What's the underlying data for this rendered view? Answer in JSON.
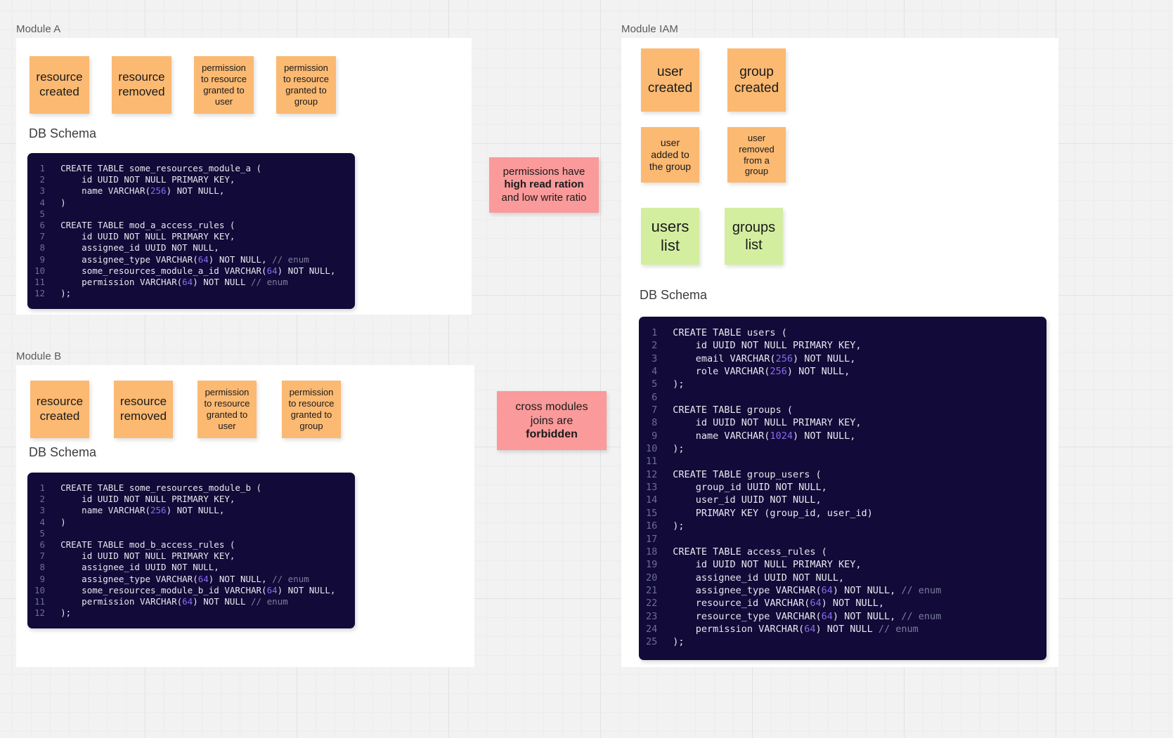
{
  "canvas": {
    "background": "#f2f2f2",
    "grid_color": "#e2e2e2",
    "note_colors": {
      "orange": "#fbb972",
      "green": "#d4eea0",
      "pink": "#fa9a9a"
    },
    "code_background": "#120a38"
  },
  "frames": [
    {
      "id": "module-a",
      "label": "Module A"
    },
    {
      "id": "module-b",
      "label": "Module B"
    },
    {
      "id": "module-iam",
      "label": "Module IAM"
    }
  ],
  "module_a": {
    "label": "Module A",
    "schema_caption": "DB Schema",
    "notes": [
      "resource\ncreated",
      "resource\nremoved",
      "permission\nto resource\ngranted to\nuser",
      "permission\nto resource\ngranted to\ngroup"
    ],
    "code_lines": [
      "CREATE TABLE some_resources_module_a (",
      "    id UUID NOT NULL PRIMARY KEY,",
      "    name VARCHAR(256) NOT NULL,",
      ")",
      "",
      "CREATE TABLE mod_a_access_rules (",
      "    id UUID NOT NULL PRIMARY KEY,",
      "    assignee_id UUID NOT NULL,",
      "    assignee_type VARCHAR(64) NOT NULL, // enum",
      "    some_resources_module_a_id VARCHAR(64) NOT NULL,",
      "    permission VARCHAR(64) NOT NULL // enum",
      ");"
    ]
  },
  "module_b": {
    "label": "Module B",
    "schema_caption": "DB Schema",
    "notes": [
      "resource\ncreated",
      "resource\nremoved",
      "permission\nto resource\ngranted to\nuser",
      "permission\nto resource\ngranted to\ngroup"
    ],
    "code_lines": [
      "CREATE TABLE some_resources_module_b (",
      "    id UUID NOT NULL PRIMARY KEY,",
      "    name VARCHAR(256) NOT NULL,",
      ")",
      "",
      "CREATE TABLE mod_b_access_rules (",
      "    id UUID NOT NULL PRIMARY KEY,",
      "    assignee_id UUID NOT NULL,",
      "    assignee_type VARCHAR(64) NOT NULL, // enum",
      "    some_resources_module_b_id VARCHAR(64) NOT NULL,",
      "    permission VARCHAR(64) NOT NULL // enum",
      ");"
    ]
  },
  "module_iam": {
    "label": "Module IAM",
    "schema_caption": "DB Schema",
    "event_notes": [
      "user\ncreated",
      "group\ncreated",
      "user\nadded to\nthe group",
      "user\nremoved\nfrom a\ngroup"
    ],
    "query_notes": [
      "users\nlist",
      "groups\nlist"
    ],
    "code_lines": [
      "CREATE TABLE users (",
      "    id UUID NOT NULL PRIMARY KEY,",
      "    email VARCHAR(256) NOT NULL,",
      "    role VARCHAR(256) NOT NULL,",
      ");",
      "",
      "CREATE TABLE groups (",
      "    id UUID NOT NULL PRIMARY KEY,",
      "    name VARCHAR(1024) NOT NULL,",
      ");",
      "",
      "CREATE TABLE group_users (",
      "    group_id UUID NOT NULL,",
      "    user_id UUID NOT NULL,",
      "    PRIMARY KEY (group_id, user_id)",
      ");",
      "",
      "CREATE TABLE access_rules (",
      "    id UUID NOT NULL PRIMARY KEY,",
      "    assignee_id UUID NOT NULL,",
      "    assignee_type VARCHAR(64) NOT NULL, // enum",
      "    resource_id VARCHAR(64) NOT NULL,",
      "    resource_type VARCHAR(64) NOT NULL, // enum",
      "    permission VARCHAR(64) NOT NULL // enum",
      ");"
    ]
  },
  "constraint_notes": [
    {
      "id": "read-ratio-note",
      "lines": [
        {
          "text": "permissions have",
          "bold": false
        },
        {
          "text": "high read ration",
          "bold": true
        },
        {
          "text": "and low write ratio",
          "bold": false
        }
      ]
    },
    {
      "id": "cross-module-joins-note",
      "lines": [
        {
          "text": "cross modules",
          "bold": false
        },
        {
          "text": "joins are",
          "bold": false
        },
        {
          "text": "forbidden",
          "bold": true
        }
      ]
    }
  ]
}
